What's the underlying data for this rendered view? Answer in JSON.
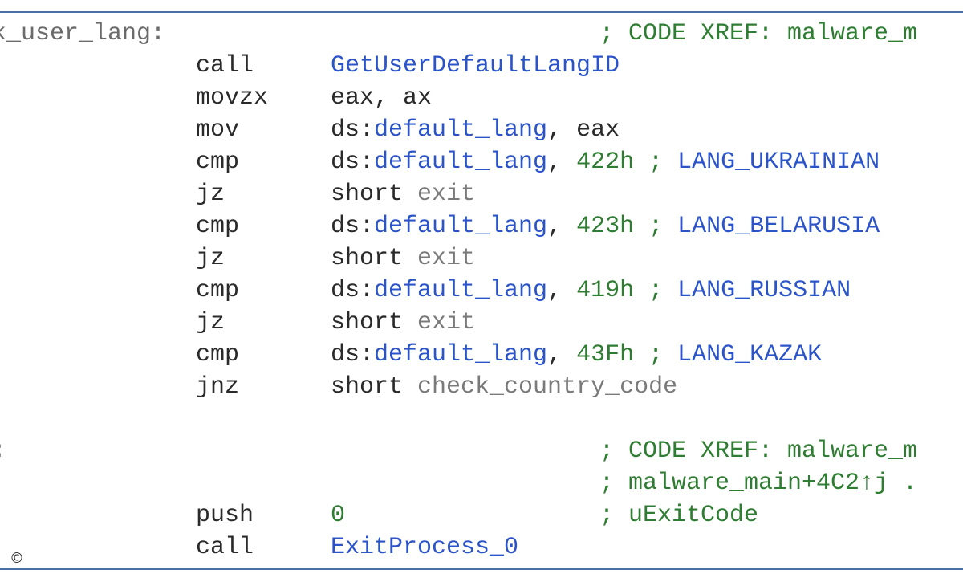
{
  "colors": {
    "border": "#4a6fa5",
    "label": "#6b6b6b",
    "name": "#2b54c9",
    "number": "#2f7d32",
    "comment": "#2f7d32",
    "grey_ref": "#7a7a7a"
  },
  "lines": {
    "l0": {
      "label": "k_user_lang:",
      "comment": "; CODE XREF: malware_m"
    },
    "l1": {
      "mnemonic": "call",
      "op1": "GetUserDefaultLangID"
    },
    "l2": {
      "mnemonic": "movzx",
      "op1": "eax, ax"
    },
    "l3": {
      "mnemonic": "mov",
      "op_prefix": "ds:",
      "op_name": "default_lang",
      "op_suffix": ", eax"
    },
    "l4": {
      "mnemonic": "cmp",
      "op_prefix": "ds:",
      "op_name": "default_lang",
      "op_sep": ", ",
      "op_num": "422h",
      "op_cmt": " ; ",
      "op_const": "LANG_UKRAINIAN"
    },
    "l5": {
      "mnemonic": "jz",
      "op_kw": "short ",
      "op_ref": "exit"
    },
    "l6": {
      "mnemonic": "cmp",
      "op_prefix": "ds:",
      "op_name": "default_lang",
      "op_sep": ", ",
      "op_num": "423h",
      "op_cmt": " ; ",
      "op_const": "LANG_BELARUSIA"
    },
    "l7": {
      "mnemonic": "jz",
      "op_kw": "short ",
      "op_ref": "exit"
    },
    "l8": {
      "mnemonic": "cmp",
      "op_prefix": "ds:",
      "op_name": "default_lang",
      "op_sep": ", ",
      "op_num": "419h",
      "op_cmt": " ; ",
      "op_const": "LANG_RUSSIAN"
    },
    "l9": {
      "mnemonic": "jz",
      "op_kw": "short ",
      "op_ref": "exit"
    },
    "l10": {
      "mnemonic": "cmp",
      "op_prefix": "ds:",
      "op_name": "default_lang",
      "op_sep": ", ",
      "op_num": "43Fh",
      "op_cmt": " ; ",
      "op_const": "LANG_KAZAK"
    },
    "l11": {
      "mnemonic": "jnz",
      "op_kw": "short ",
      "op_ref": "check_country_code"
    },
    "l13": {
      "label": ":",
      "comment": "; CODE XREF: malware_m"
    },
    "l14": {
      "comment": "; malware_main+4C2↑j ."
    },
    "l15": {
      "mnemonic": "push",
      "op_num": "0",
      "comment": "; uExitCode"
    },
    "l16": {
      "mnemonic": "call",
      "op1": "ExitProcess_0"
    }
  },
  "footer": {
    "copyright_symbol": "©"
  }
}
